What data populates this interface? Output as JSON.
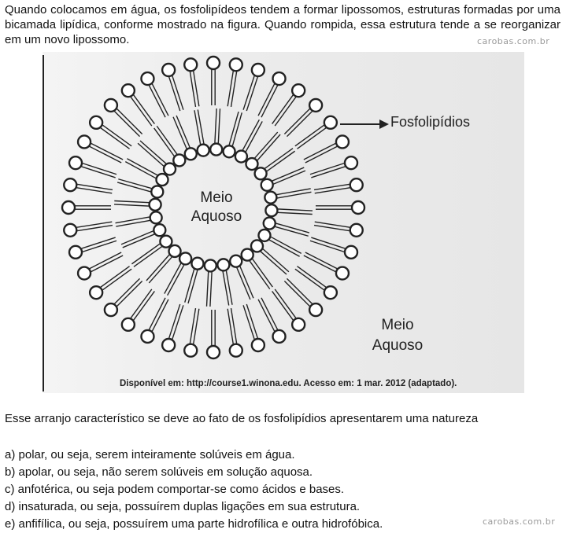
{
  "intro_text": "Quando colocamos em água, os fosfolipídeos tendem a formar lipossomos, estruturas formadas por uma bicamada lipídica, conforme mostrado na figura. Quando rompida, essa estrutura tende a se reorganizar em um novo lipossomo.",
  "watermark": "carobas.com.br",
  "figure": {
    "label_phospholipids": "Fosfolipídios",
    "label_inner_medium_line1": "Meio",
    "label_inner_medium_line2": "Aquoso",
    "label_outer_medium_line1": "Meio",
    "label_outer_medium_line2": "Aquoso",
    "source": "Disponível em: http://course1.winona.edu. Acesso em: 1 mar. 2012 (adaptado)."
  },
  "question": "Esse arranjo característico se deve ao fato de os fosfolipídios apresentarem uma natureza",
  "options": [
    "a) polar, ou seja, serem inteiramente solúveis em água.",
    "b) apolar, ou seja, não serem solúveis em solução aquosa.",
    "c) anfotérica, ou seja podem comportar-se como ácidos e bases.",
    "d) insaturada, ou seja, possuírem duplas ligações em sua estrutura.",
    "e) anfifílica, ou seja, possuírem uma parte hidrofílica e outra hidrofóbica."
  ]
}
